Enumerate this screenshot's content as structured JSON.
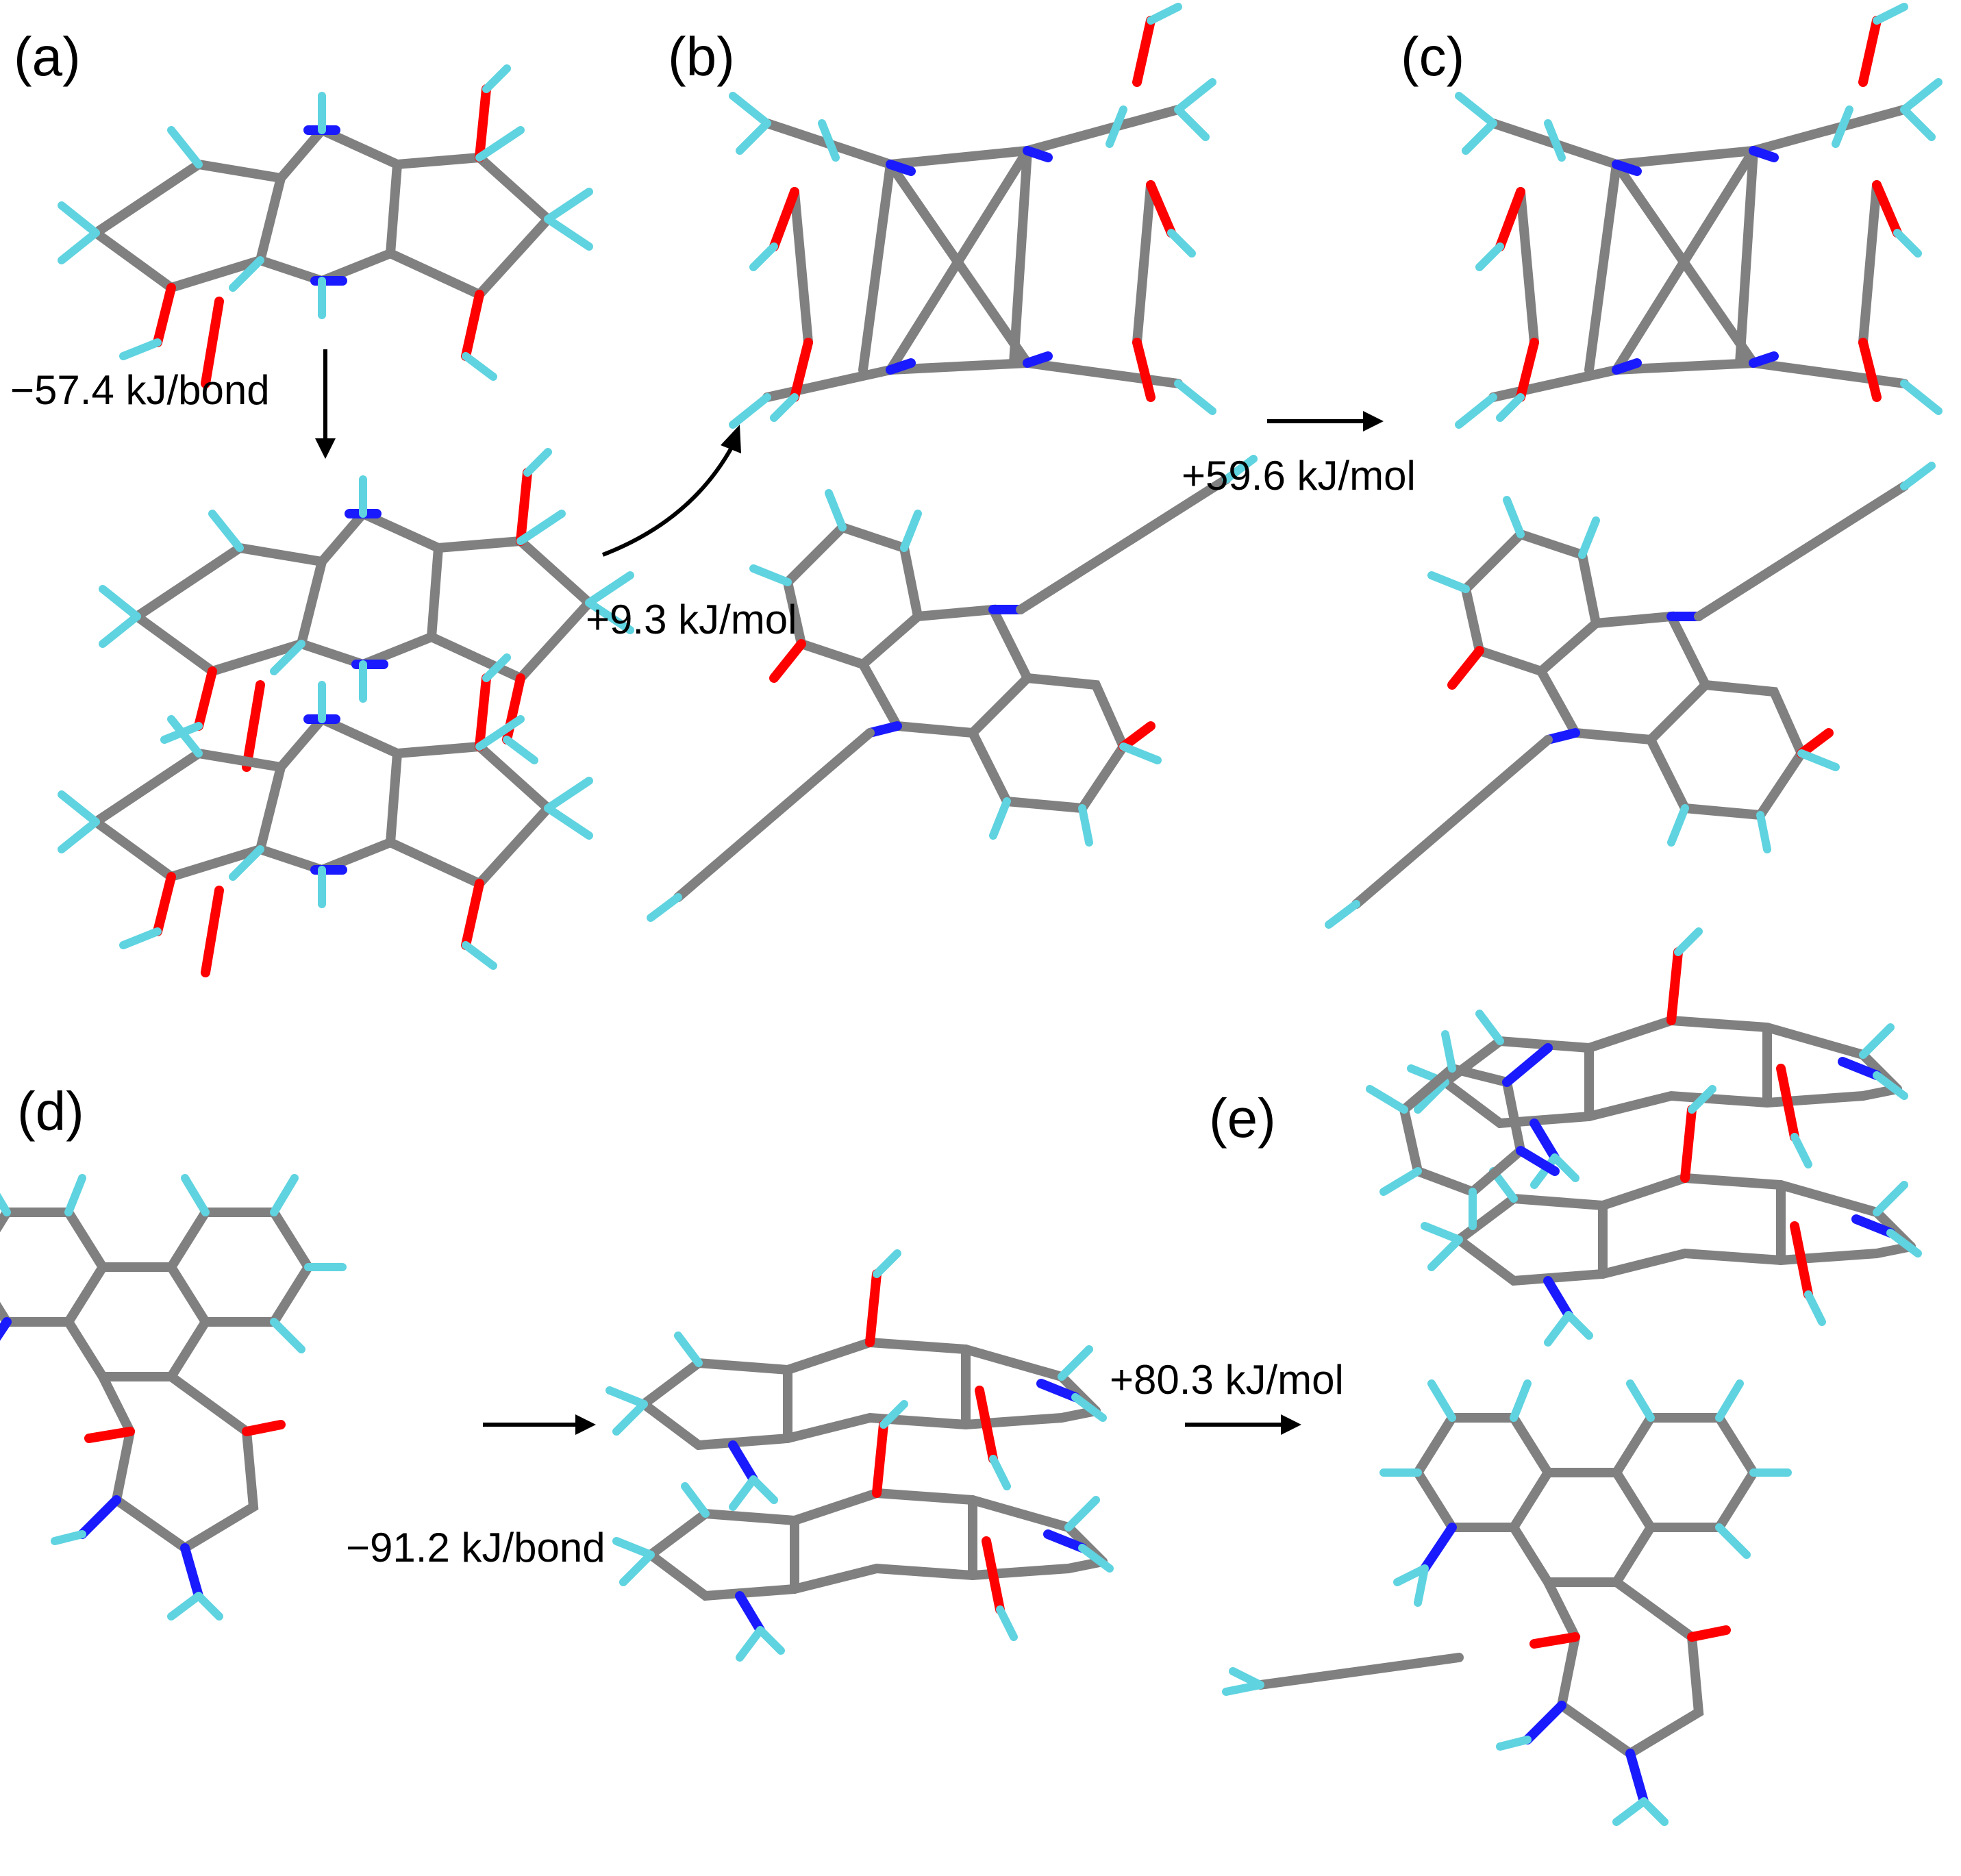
{
  "panels": {
    "a": "(a)",
    "b": "(b)",
    "c": "(c)",
    "d": "(d)",
    "e": "(e)"
  },
  "energies": {
    "a_to_a2": "−57.4 kJ/bond",
    "a2_to_b": "+9.3 kJ/mol",
    "b_to_c": "+59.6 kJ/mol",
    "d_to_d2": "−91.2 kJ/bond",
    "d2_to_e": "+80.3 kJ/mol"
  },
  "colors": {
    "carbon": "#808080",
    "hydrogen": "#5fd3e0",
    "nitrogen": "#1a1aff",
    "oxygen": "#ff0000"
  }
}
